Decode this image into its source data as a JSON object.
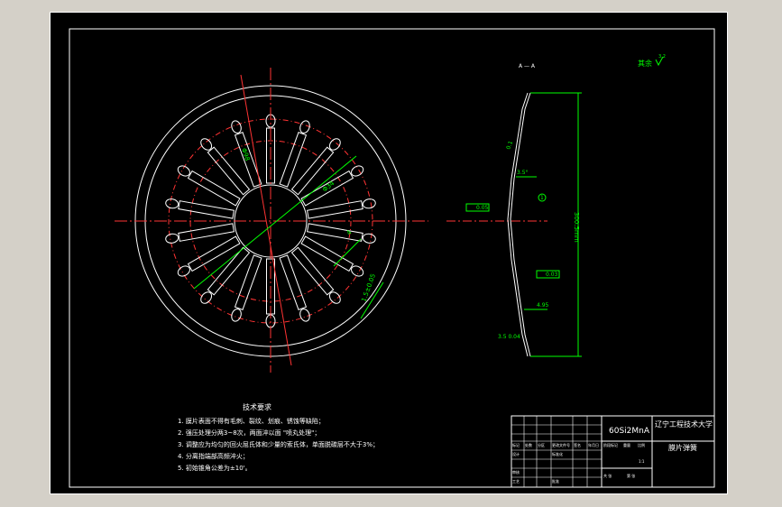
{
  "section_label": "A — A",
  "surface_finish": {
    "label": "其余",
    "value": "3.2"
  },
  "dims": {
    "d1": "Φ98",
    "d2": "Φ34",
    "d3": "4",
    "d4": "1.5±0.05",
    "r1": "0.1",
    "r2": "3.5°",
    "r3": "1",
    "r4": "0.05",
    "r5": "0.03",
    "r6": "4.95",
    "r7": "3.5 0.04",
    "height": "300.5mm"
  },
  "tech": {
    "title": "技术要求",
    "items": [
      "1. 膜片表面不得有毛刺、裂纹、划痕、锈蚀等缺陷；",
      "2. 强压处理分两3~8次，两面淬以面 \"喷丸处理\"；",
      "3. 调整应为均匀的回火屈氏体和少量的索氏体，单面脱碳层不大于3%；",
      "4. 分离指端部高频淬火；",
      "5. 初始锥角公差为±10'。"
    ]
  },
  "title_block": {
    "material": "60Si2MnA",
    "school": "辽宁工程技术大学",
    "part_name": "膜片弹簧",
    "rows": {
      "mark": "标记",
      "count": "处数",
      "zone": "分区",
      "doc_no": "更改文件号",
      "sign": "签名",
      "date": "年月日",
      "design": "设计",
      "standard": "标准化",
      "check": "审核",
      "process": "工艺",
      "approve": "批准",
      "stage": "阶段标记",
      "weight": "重量",
      "scale": "比例",
      "ratio": "1:1",
      "sheets": "共 张",
      "sheet": "第 张"
    }
  }
}
